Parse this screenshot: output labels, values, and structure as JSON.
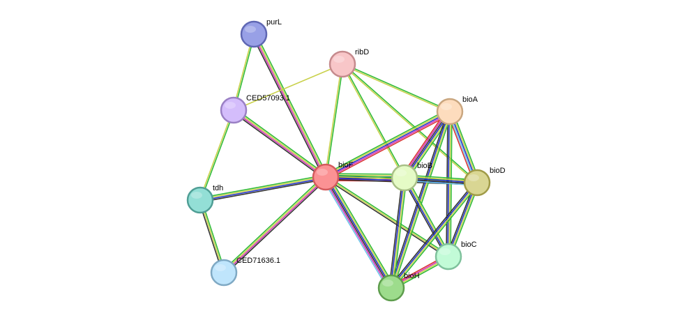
{
  "network": {
    "nodes": [
      {
        "id": "purL",
        "label": "purL",
        "color": "#98a0e6",
        "stroke": "#5f67b3"
      },
      {
        "id": "ribD",
        "label": "ribD",
        "color": "#f8c6c8",
        "stroke": "#c58a8d"
      },
      {
        "id": "CED57093.1",
        "label": "CED57093.1",
        "color": "#d4bdfb",
        "stroke": "#9a80c4"
      },
      {
        "id": "bioA",
        "label": "bioA",
        "color": "#fddcbd",
        "stroke": "#c9a67f"
      },
      {
        "id": "bioF",
        "label": "bioF",
        "color": "#fb9294",
        "stroke": "#d45b5d"
      },
      {
        "id": "bioB",
        "label": "bioB",
        "color": "#e5fbc6",
        "stroke": "#a8bf86"
      },
      {
        "id": "bioD",
        "label": "bioD",
        "color": "#d9d693",
        "stroke": "#a09b48"
      },
      {
        "id": "tdh",
        "label": "tdh",
        "color": "#93dfd6",
        "stroke": "#4f9e95"
      },
      {
        "id": "bioC",
        "label": "bioC",
        "color": "#c2fbd7",
        "stroke": "#7fc19c"
      },
      {
        "id": "CED71636.1",
        "label": "CED71636.1",
        "color": "#bfe5fc",
        "stroke": "#7fa9c4"
      },
      {
        "id": "bioH",
        "label": "bioH",
        "color": "#9ddc8c",
        "stroke": "#5e9d4d"
      }
    ],
    "edges": [
      {
        "source": "purL",
        "target": "CED57093.1",
        "colors": [
          "#31bb38",
          "#c9d14b"
        ]
      },
      {
        "source": "purL",
        "target": "bioF",
        "colors": [
          "#31bb38",
          "#c9d14b",
          "#d232b8",
          "#343434"
        ]
      },
      {
        "source": "ribD",
        "target": "CED57093.1",
        "colors": [
          "#c9d14b"
        ]
      },
      {
        "source": "ribD",
        "target": "bioF",
        "colors": [
          "#31bb38",
          "#c9d14b"
        ]
      },
      {
        "source": "ribD",
        "target": "bioA",
        "colors": [
          "#31bb38",
          "#c9d14b"
        ]
      },
      {
        "source": "ribD",
        "target": "bioB",
        "colors": [
          "#31bb38",
          "#c9d14b"
        ]
      },
      {
        "source": "ribD",
        "target": "bioD",
        "colors": [
          "#31bb38",
          "#c9d14b"
        ]
      },
      {
        "source": "CED57093.1",
        "target": "bioF",
        "colors": [
          "#31bb38",
          "#c9d14b",
          "#d232b8",
          "#343434"
        ]
      },
      {
        "source": "CED57093.1",
        "target": "tdh",
        "colors": [
          "#31bb38",
          "#c9d14b"
        ]
      },
      {
        "source": "tdh",
        "target": "bioF",
        "colors": [
          "#31bb38",
          "#c9d14b",
          "#1f2fc9",
          "#343434"
        ]
      },
      {
        "source": "tdh",
        "target": "CED71636.1",
        "colors": [
          "#31bb38",
          "#c9d14b",
          "#343434"
        ]
      },
      {
        "source": "CED71636.1",
        "target": "bioF",
        "colors": [
          "#31bb38",
          "#c9d14b",
          "#d232b8",
          "#343434"
        ]
      },
      {
        "source": "bioF",
        "target": "bioA",
        "colors": [
          "#31bb38",
          "#c9d14b",
          "#1f2fc9",
          "#d232b8",
          "#d93434"
        ]
      },
      {
        "source": "bioF",
        "target": "bioB",
        "colors": [
          "#31bb38",
          "#c9d14b",
          "#1f2fc9",
          "#343434",
          "#d232b8",
          "#d93434"
        ]
      },
      {
        "source": "bioF",
        "target": "bioD",
        "colors": [
          "#31bb38",
          "#c9d14b",
          "#1f2fc9",
          "#343434"
        ]
      },
      {
        "source": "bioF",
        "target": "bioC",
        "colors": [
          "#31bb38",
          "#c9d14b",
          "#343434"
        ]
      },
      {
        "source": "bioF",
        "target": "bioH",
        "colors": [
          "#31bb38",
          "#c9d14b",
          "#1f2fc9",
          "#343434",
          "#d232b8",
          "#6fc4e8"
        ]
      },
      {
        "source": "bioA",
        "target": "bioB",
        "colors": [
          "#31bb38",
          "#c9d14b",
          "#1f2fc9",
          "#343434",
          "#d232b8",
          "#d93434"
        ]
      },
      {
        "source": "bioA",
        "target": "bioD",
        "colors": [
          "#31bb38",
          "#c9d14b",
          "#1f2fc9",
          "#6fc4e8",
          "#d93434"
        ]
      },
      {
        "source": "bioA",
        "target": "bioC",
        "colors": [
          "#31bb38",
          "#c9d14b",
          "#1f2fc9",
          "#343434"
        ]
      },
      {
        "source": "bioA",
        "target": "bioH",
        "colors": [
          "#31bb38",
          "#c9d14b",
          "#1f2fc9",
          "#343434"
        ]
      },
      {
        "source": "bioB",
        "target": "bioD",
        "colors": [
          "#31bb38",
          "#c9d14b",
          "#1f2fc9",
          "#343434",
          "#6fc4e8"
        ]
      },
      {
        "source": "bioB",
        "target": "bioC",
        "colors": [
          "#31bb38",
          "#c9d14b",
          "#1f2fc9",
          "#343434"
        ]
      },
      {
        "source": "bioB",
        "target": "bioH",
        "colors": [
          "#31bb38",
          "#c9d14b",
          "#1f2fc9",
          "#343434"
        ]
      },
      {
        "source": "bioD",
        "target": "bioC",
        "colors": [
          "#31bb38",
          "#c9d14b",
          "#1f2fc9",
          "#343434"
        ]
      },
      {
        "source": "bioD",
        "target": "bioH",
        "colors": [
          "#31bb38",
          "#c9d14b",
          "#1f2fc9",
          "#343434"
        ]
      },
      {
        "source": "bioC",
        "target": "bioH",
        "colors": [
          "#31bb38",
          "#c9d14b",
          "#d232b8",
          "#d93434"
        ]
      }
    ]
  }
}
